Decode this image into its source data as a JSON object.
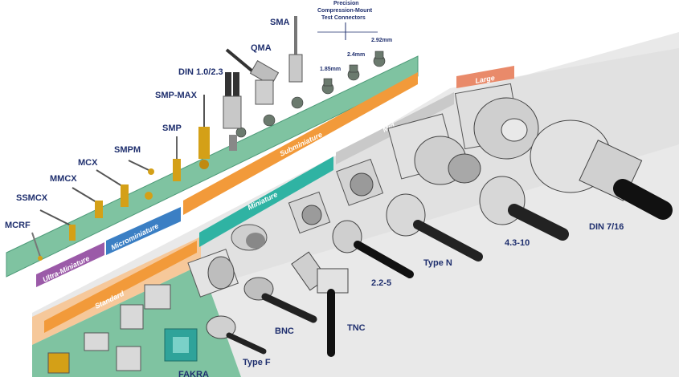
{
  "title": {
    "line1": "Precision",
    "line2": "Compression-Mount",
    "line3": "Test Connectors"
  },
  "sizes": [
    "1.85mm",
    "2.4mm",
    "2.92mm"
  ],
  "categories": {
    "ultra_miniature": "Ultra-Miniature",
    "microminiature": "Microminiature",
    "subminiature": "Subminiature",
    "miniature": "Miniature",
    "standard": "Standard",
    "mid": "Mid",
    "large": "Large"
  },
  "connectors": {
    "mcrf": "MCRF",
    "ssmcx": "SSMCX",
    "mmcx": "MMCX",
    "mcx": "MCX",
    "smpm": "SMPM",
    "smp": "SMP",
    "smp_max": "SMP-MAX",
    "din_1_0_2_3": "DIN 1.0/2.3",
    "qma": "QMA",
    "sma": "SMA",
    "type_n": "Type N",
    "din_7_16": "DIN 7/16",
    "c_4_3_10": "4.3-10",
    "c_2_2_5": "2.2-5",
    "tnc": "TNC",
    "bnc": "BNC",
    "type_f": "Type F",
    "fakra": "FAKRA"
  },
  "colors": {
    "board_green": "#7fc3a1",
    "board_edge": "#4c9a78",
    "orange": "#f29a3a",
    "blue": "#3b7fc4",
    "teal": "#2fb3a3",
    "purple": "#9b5aa8",
    "grey_panel": "#d9d9d9",
    "salmon": "#e98a6a",
    "label": "#1f2f6e"
  }
}
